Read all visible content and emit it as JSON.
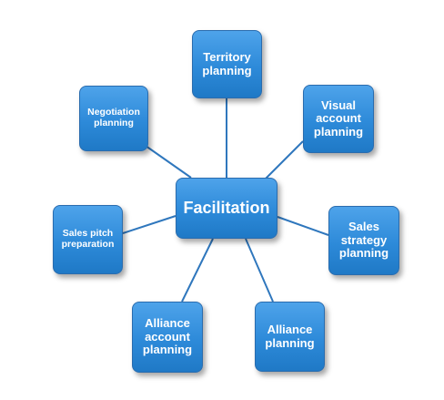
{
  "diagram": {
    "center": {
      "label": "Facilitation"
    },
    "nodes": {
      "territory": {
        "label": "Territory\nplanning"
      },
      "visual_account": {
        "label": "Visual\naccount\nplanning"
      },
      "sales_strategy": {
        "label": "Sales\nstrategy\nplanning"
      },
      "alliance": {
        "label": "Alliance\nplanning"
      },
      "alliance_account": {
        "label": "Alliance\naccount\nplanning"
      },
      "sales_pitch": {
        "label": "Sales pitch\npreparation"
      },
      "negotiation": {
        "label": "Negotiation\nplanning"
      }
    },
    "colors": {
      "node_fill": "#2d8ad9",
      "node_border": "#2a6cae",
      "connector": "#2f77bd",
      "text": "#ffffff"
    }
  }
}
